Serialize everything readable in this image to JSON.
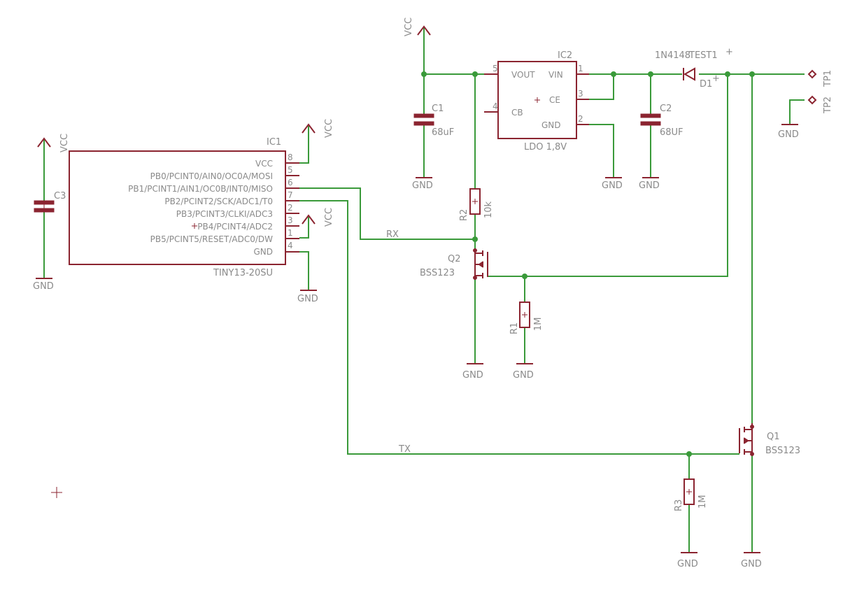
{
  "labels": {
    "ic1_name": "IC1",
    "ic1_value": "TINY13-20SU",
    "ic1_pins": [
      "VCC",
      "PB0/PCINT0/AIN0/OC0A/MOSI",
      "PB1/PCINT1/AIN1/OC0B/INT0/MISO",
      "PB2/PCINT2/SCK/ADC1/T0",
      "PB3/PCINT3/CLKI/ADC3",
      "PB4/PCINT4/ADC2",
      "PB5/PCINT5/RESET/ADC0/DW",
      "GND"
    ],
    "ic1_pin_nums": [
      "8",
      "5",
      "6",
      "7",
      "2",
      "3",
      "1",
      "4"
    ],
    "ic2_name": "IC2",
    "ic2_value": "LDO 1,8V",
    "ic2_pins": {
      "vout": "VOUT",
      "vin": "VIN",
      "ce": "CE",
      "cb": "CB",
      "gnd": "GND"
    },
    "ic2_pin_nums": {
      "vout": "5",
      "vin": "1",
      "ce": "3",
      "cb": "4",
      "gnd": "2"
    },
    "c1_name": "C1",
    "c1_value": "68uF",
    "c2_name": "C2",
    "c2_value": "68UF",
    "c3_name": "C3",
    "r1_name": "R1",
    "r1_value": "1M",
    "r2_name": "R2",
    "r2_value": "10k",
    "r3_name": "R3",
    "r3_value": "1M",
    "q1_name": "Q1",
    "q1_value": "BSS123",
    "q2_name": "Q2",
    "q2_value": "BSS123",
    "d1_name": "D1",
    "d1_value": "1N4148",
    "test_label": "TEST1",
    "plus": "+",
    "tp1": "TP1",
    "tp2": "TP2",
    "vcc": "VCC",
    "gnd": "GND",
    "rx": "RX",
    "tx": "TX"
  }
}
